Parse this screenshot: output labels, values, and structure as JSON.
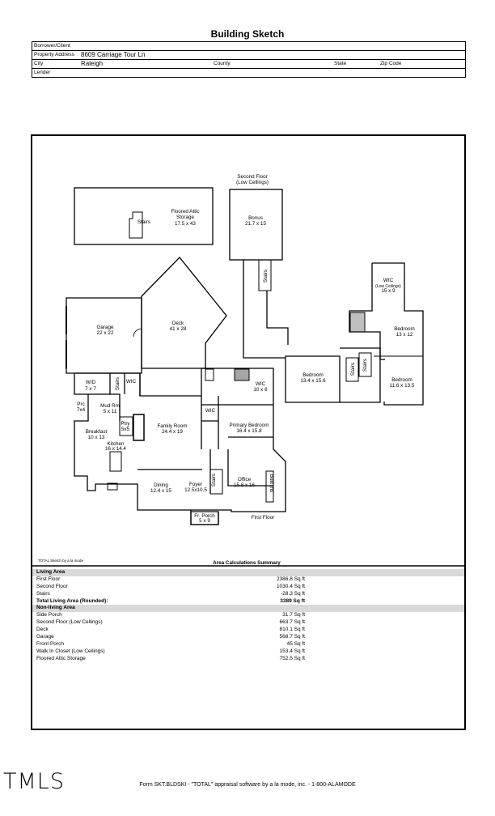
{
  "title": "Building Sketch",
  "header": {
    "borrower_label": "Borrower/Client",
    "borrower_value": "",
    "property_label": "Property Address",
    "property_value": "8609 Carriage Tour Ln",
    "city_label": "City",
    "city_value": "Raleigh",
    "county_label": "County",
    "state_label": "State",
    "zip_label": "Zip Code",
    "lender_label": "Lender"
  },
  "sketch": {
    "labels": {
      "second_floor": "Second Floor",
      "second_floor_sub": "(Low Cellings)",
      "attic_name": "Floored Attic",
      "attic_name2": "Storage",
      "attic_dim": "17.5 x 43",
      "attic_stairs": "Stairs",
      "bonus_name": "Bonus",
      "bonus_dim": "21.7 x 15",
      "bonus_stairs": "Stairs",
      "wic2_name": "WIC",
      "wic2_sub": "(Low Ceilings)",
      "wic2_dim": "15 x 9",
      "bed1_name": "Bedroom",
      "bed1_dim": "13 x 12",
      "bed2_name": "Bedroom",
      "bed2_dim": "13.4 x 15.6",
      "bed3_name": "Bedroom",
      "bed3_dim": "11.6 x 13.5",
      "up_stairs_a": "Stairs",
      "up_stairs_b": "Stairs",
      "garage_name": "Garage",
      "garage_dim": "22 x 22",
      "deck_name": "Deck",
      "deck_dim": "41 x 28",
      "wd_name": "W/D",
      "wd_dim": "7 x 7",
      "stairs_main": "Stairs",
      "wic_a": "WIC",
      "prc_name": "Prc",
      "prc_dim": "7x4",
      "mud_name": "Mud Rm",
      "mud_dim": "5 x 11",
      "ptry_name": "Ptry",
      "ptry_dim": "5x5",
      "breakfast_name": "Breakfast",
      "breakfast_dim": "10 x 13",
      "kitchen_name": "Kitchen",
      "kitchen_dim": "16 x 14.4",
      "family_name": "Family Room",
      "family_dim": "24.4 x 19",
      "wic_b": "WIC",
      "wic_c_name": "WIC",
      "wic_c_dim": "10 x 8",
      "primary_name": "Primary Bedroom",
      "primary_dim": "16.4 x 15.8",
      "dining_name": "Dining",
      "dining_dim": "12.4 x 15",
      "foyer_name": "Foyer",
      "foyer_dim": "12.5x10.5",
      "stairs_foyer": "Stairs",
      "office_name": "Office",
      "office_dim": "15.8 x 16",
      "built_ins": "Built Ins",
      "porch_name": "Fr. Porch",
      "porch_dim": "5 x 9",
      "first_floor": "First Floor"
    },
    "sketch_credit": "TOTAL Sketch by a la mode",
    "summary_title": "Area Calculations Summary"
  },
  "area": {
    "living_header": "Living Area",
    "living": [
      {
        "label": "First Floor",
        "value": "2386.8 Sq ft"
      },
      {
        "label": "Second Floor",
        "value": "1030.4 Sq ft"
      },
      {
        "label": "Stairs",
        "value": "-28.3 Sq ft"
      }
    ],
    "total_label": "Total Living Area (Rounded):",
    "total_value": "3389 Sq ft",
    "nonliving_header": "Non-living Area",
    "nonliving": [
      {
        "label": "Side Porch",
        "value": "31.7 Sq ft"
      },
      {
        "label": "Second Floor (Low Cellings)",
        "value": "663.7 Sq ft"
      },
      {
        "label": "Deck",
        "value": "810.1 Sq ft"
      },
      {
        "label": "Garage",
        "value": "568.7 Sq ft"
      },
      {
        "label": "Front Porch",
        "value": "45 Sq ft"
      },
      {
        "label": "Walk In Closet (Low Ceilings)",
        "value": "153.4 Sq ft"
      },
      {
        "label": "Floored Attic Storage",
        "value": "752.5 Sq ft"
      }
    ]
  },
  "logo": "TMLS",
  "footer": "Form SKT.BLDSKI - \"TOTAL\" appraisal software by a la mode, inc. - 1-800-ALAMODE"
}
